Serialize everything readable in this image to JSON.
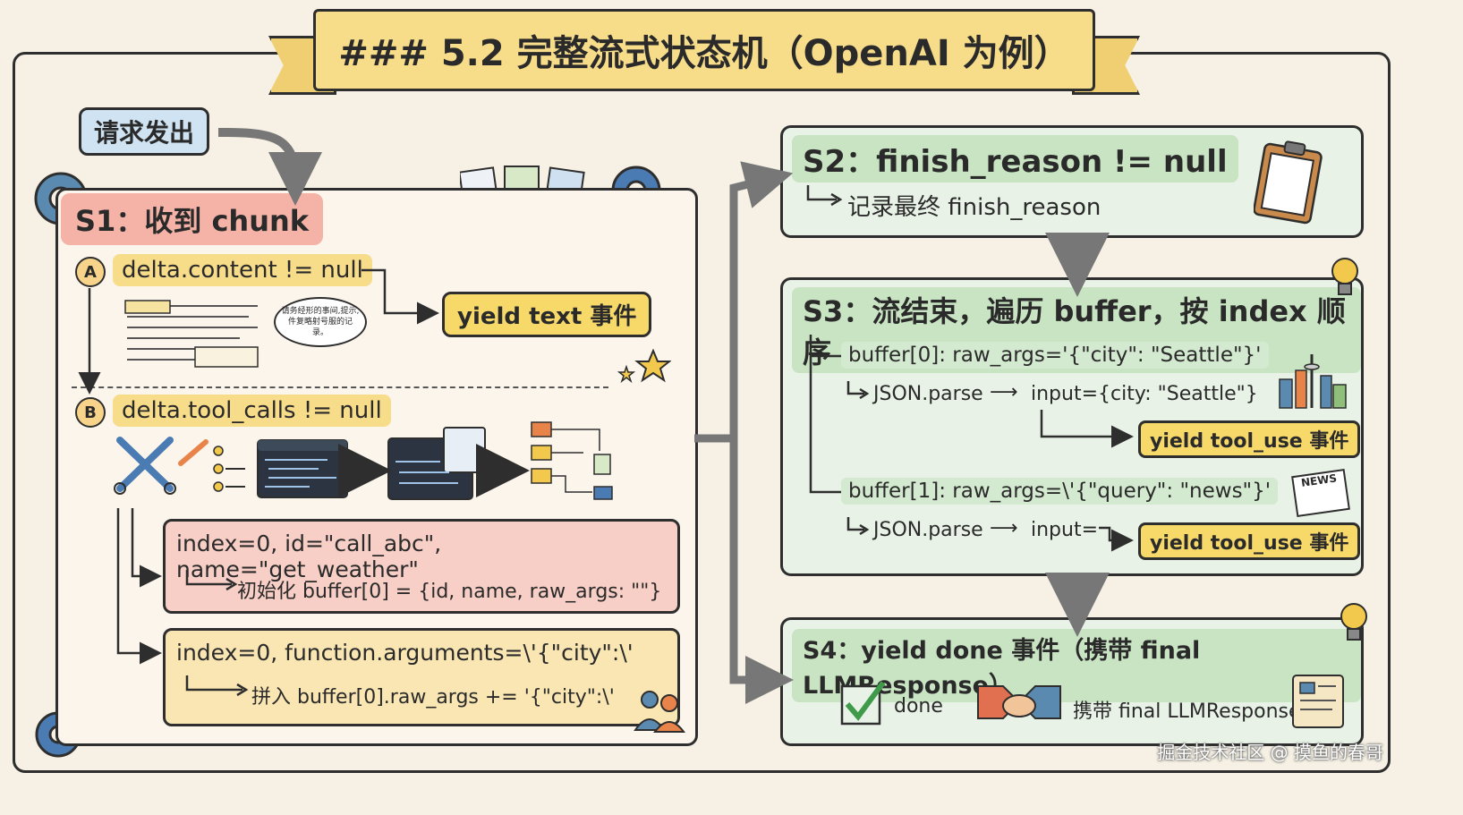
{
  "title": "### 5.2 完整流式状态机（OpenAI 为例）",
  "request_sent": "请求发出",
  "s1": {
    "title": "S1：收到 chunk",
    "a_marker": "A",
    "a_condition": "delta.content != null",
    "a_yield": "yield text 事件",
    "a_note": "请务经形的事间,提示,件复略射号服的记录。",
    "b_marker": "B",
    "b_condition": "delta.tool_calls != null",
    "init_box": {
      "line1": "index=0, id=\"call_abc\", name=\"get_weather\"",
      "line2": "初始化 buffer[0] = {id, name, raw_args: \"\"}"
    },
    "args_box": {
      "line1": "index=0, function.arguments=\\'{\"city\":\\'",
      "line2": "拼入 buffer[0].raw_args += '{\"city\":\\'"
    }
  },
  "s2": {
    "title": "S2：finish_reason != null",
    "detail": "记录最终 finish_reason"
  },
  "s3": {
    "title": "S3：流结束，遍历 buffer，按 index 顺序",
    "buffer0": {
      "line": "buffer[0]: raw_args='{\"city\": \"Seattle\"}'",
      "parse": "JSON.parse",
      "result": "input={city: \"Seattle\"}",
      "yield": "yield tool_use 事件"
    },
    "buffer1": {
      "line": "buffer[1]: raw_args=\\'{\"query\": \"news\"}'",
      "parse": "JSON.parse",
      "result": "input=",
      "yield": "yield tool_use 事件",
      "news_label": "NEWS"
    }
  },
  "s4": {
    "title": "S4：yield done 事件（携带 final LLMResponse）",
    "done_label": "done",
    "carry_label": "携带 final LLMResponse"
  },
  "watermark": "掘金技术社区 @ 摸鱼的春哥",
  "colors": {
    "s1_title": "#f4b3a6",
    "banner": "#f7dc8a",
    "green_box": "#e8f2e6",
    "yellow_highlight": "#f7d96a"
  }
}
